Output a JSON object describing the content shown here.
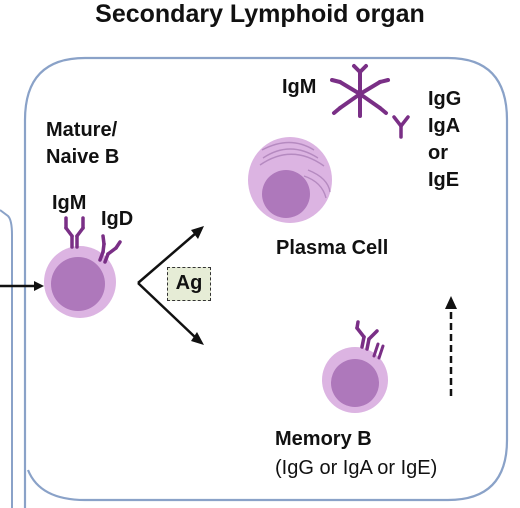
{
  "title": "Secondary Lymphoid organ",
  "labels": {
    "mature_naive_line1": "Mature/",
    "mature_naive_line2": "Naive B",
    "igm_naive": "IgM",
    "igd_naive": "IgD",
    "ag": "Ag",
    "igm_secreted": "IgM",
    "igg_line": "IgG",
    "iga_line": "IgA",
    "or_line": "or",
    "ige_line": "IgE",
    "plasma_cell": "Plasma Cell",
    "memory_b": "Memory B",
    "memory_isotypes": "(IgG or IgA or IgE)"
  },
  "colors": {
    "cell_outer": "#dcb4e2",
    "cell_inner": "#ae78bb",
    "antibody": "#7a2f86",
    "outline": "#8aa2c8",
    "ag_box_fill": "#e6ecd6"
  }
}
